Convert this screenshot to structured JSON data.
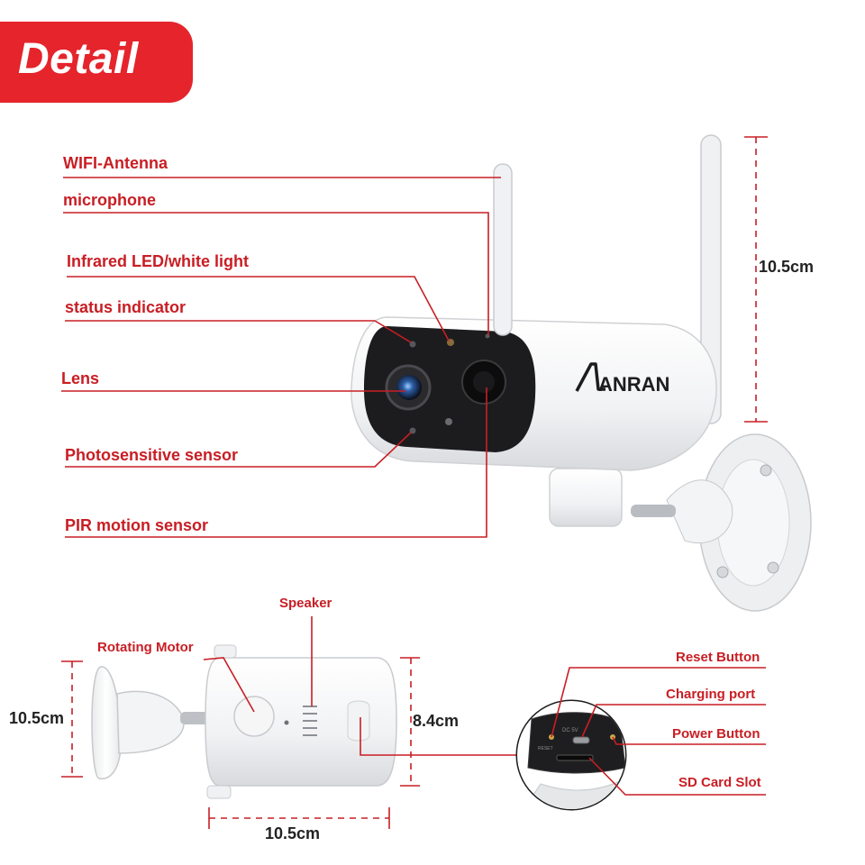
{
  "badge": {
    "label": "Detail"
  },
  "labels": {
    "wifi_antenna": "WIFI-Antenna",
    "microphone": "microphone",
    "infrared_led": "Infrared LED/white light",
    "status_indicator": "status indicator",
    "lens": "Lens",
    "photosensitive_sensor": "Photosensitive sensor",
    "pir_motion_sensor": "PIR motion sensor",
    "speaker": "Speaker",
    "rotating_motor": "Rotating Motor",
    "reset_button": "Reset Button",
    "charging_port": "Charging port",
    "power_button": "Power Button",
    "sd_card_slot": "SD Card Slot"
  },
  "dimensions": {
    "height_top": "10.5cm",
    "height_side": "10.5cm",
    "body_height": "8.4cm",
    "body_length": "10.5cm"
  },
  "brand": {
    "logo_text": "ANRAN"
  },
  "port_markings": {
    "dc": "DC 5V",
    "reset": "RESET"
  },
  "colors": {
    "accent": "#e5242c",
    "line": "#c81e24",
    "camera_face": "#1c1c1e"
  }
}
